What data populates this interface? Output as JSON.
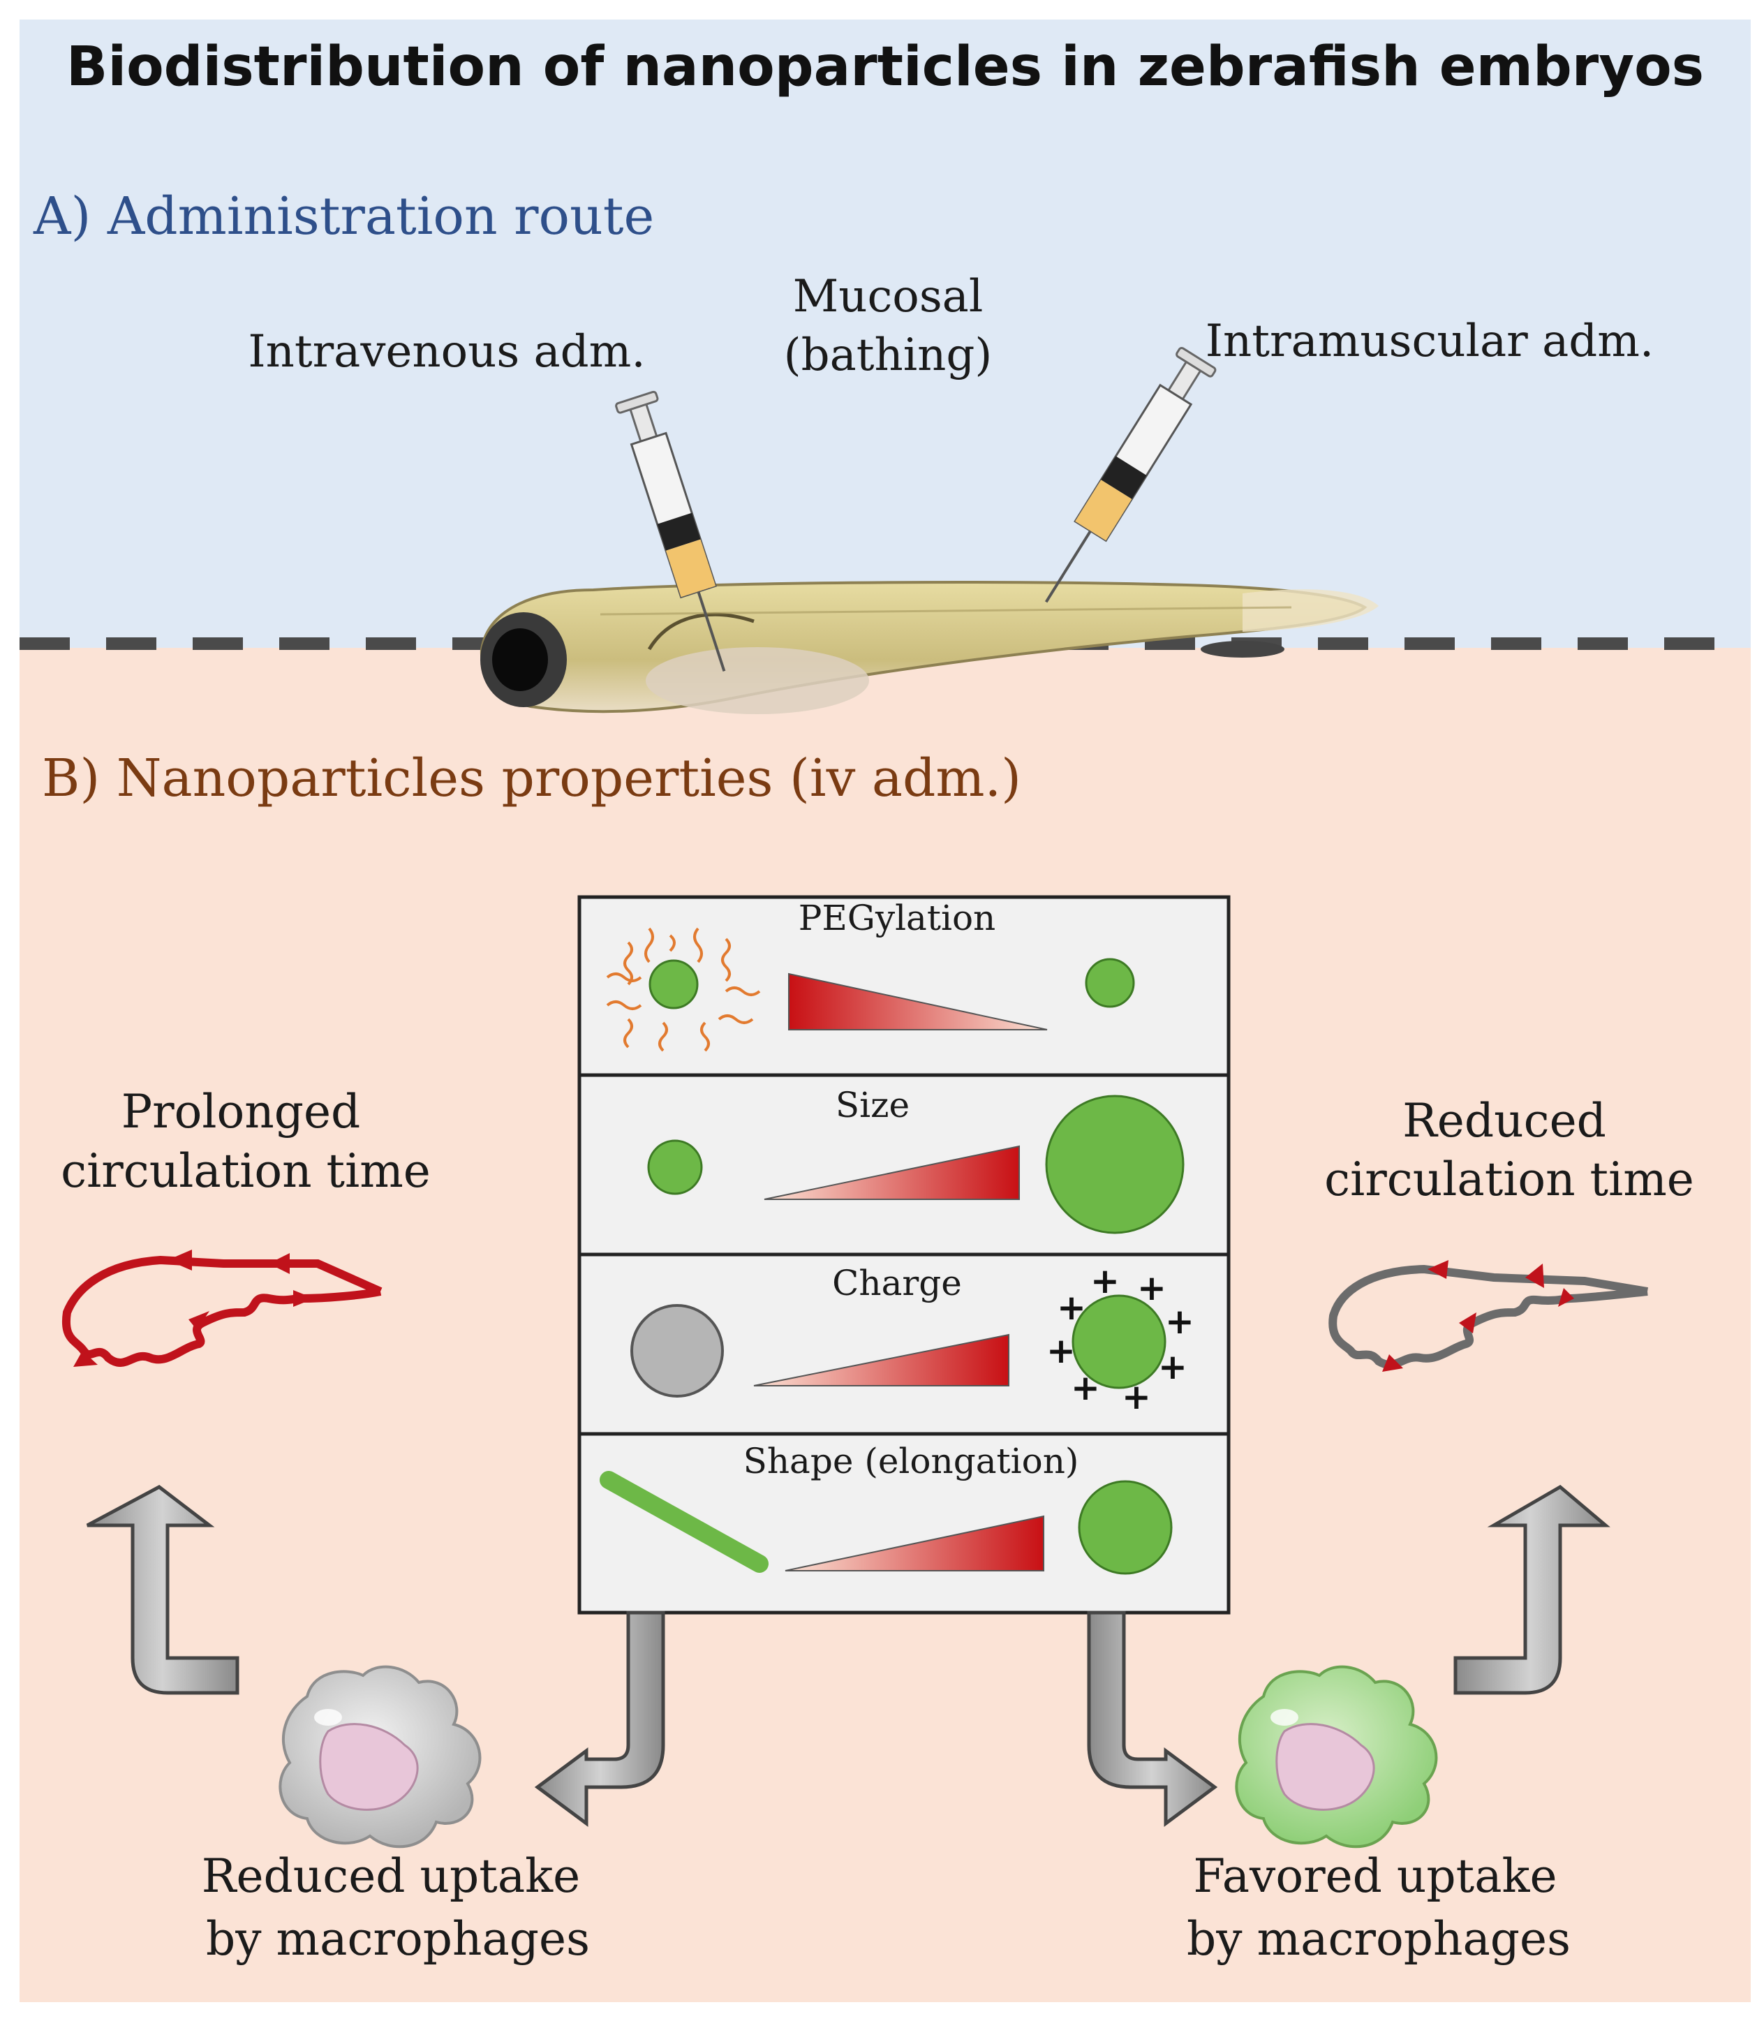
{
  "title": "Biodistribution of nanoparticles in zebrafish embryos",
  "section_a": {
    "label": "A) Administration route",
    "routes": {
      "intravenous": "Intravenous adm.",
      "mucosal_line1": "Mucosal",
      "mucosal_line2": "(bathing)",
      "intramuscular": "Intramuscular adm."
    }
  },
  "section_b": {
    "label": "B) Nanoparticles properties (iv adm.)",
    "properties": [
      {
        "name": "PEGylation"
      },
      {
        "name": "Size"
      },
      {
        "name": "Charge"
      },
      {
        "name": "Shape (elongation)"
      }
    ],
    "left_outcome": {
      "line1": "Prolonged",
      "line2": "circulation time"
    },
    "right_outcome": {
      "line1": "Reduced",
      "line2": "circulation time"
    },
    "left_uptake": {
      "line1": "Reduced uptake",
      "line2": "by macrophages"
    },
    "right_uptake": {
      "line1": "Favored uptake",
      "line2": "by macrophages"
    }
  },
  "colors": {
    "section_a_bg": "#dfe9f5",
    "section_b_bg": "#fbe3d6",
    "section_a_label": "#2e4f8a",
    "section_b_label": "#7a3b12",
    "nanoparticle_green": "#6db847",
    "circulation_red": "#c0121b",
    "circulation_gray": "#6b6b6b"
  },
  "icons": [
    "syringe-icon",
    "zebrafish-embryo-icon",
    "macrophage-icon",
    "bent-arrow-icon",
    "circulation-loop-icon"
  ]
}
